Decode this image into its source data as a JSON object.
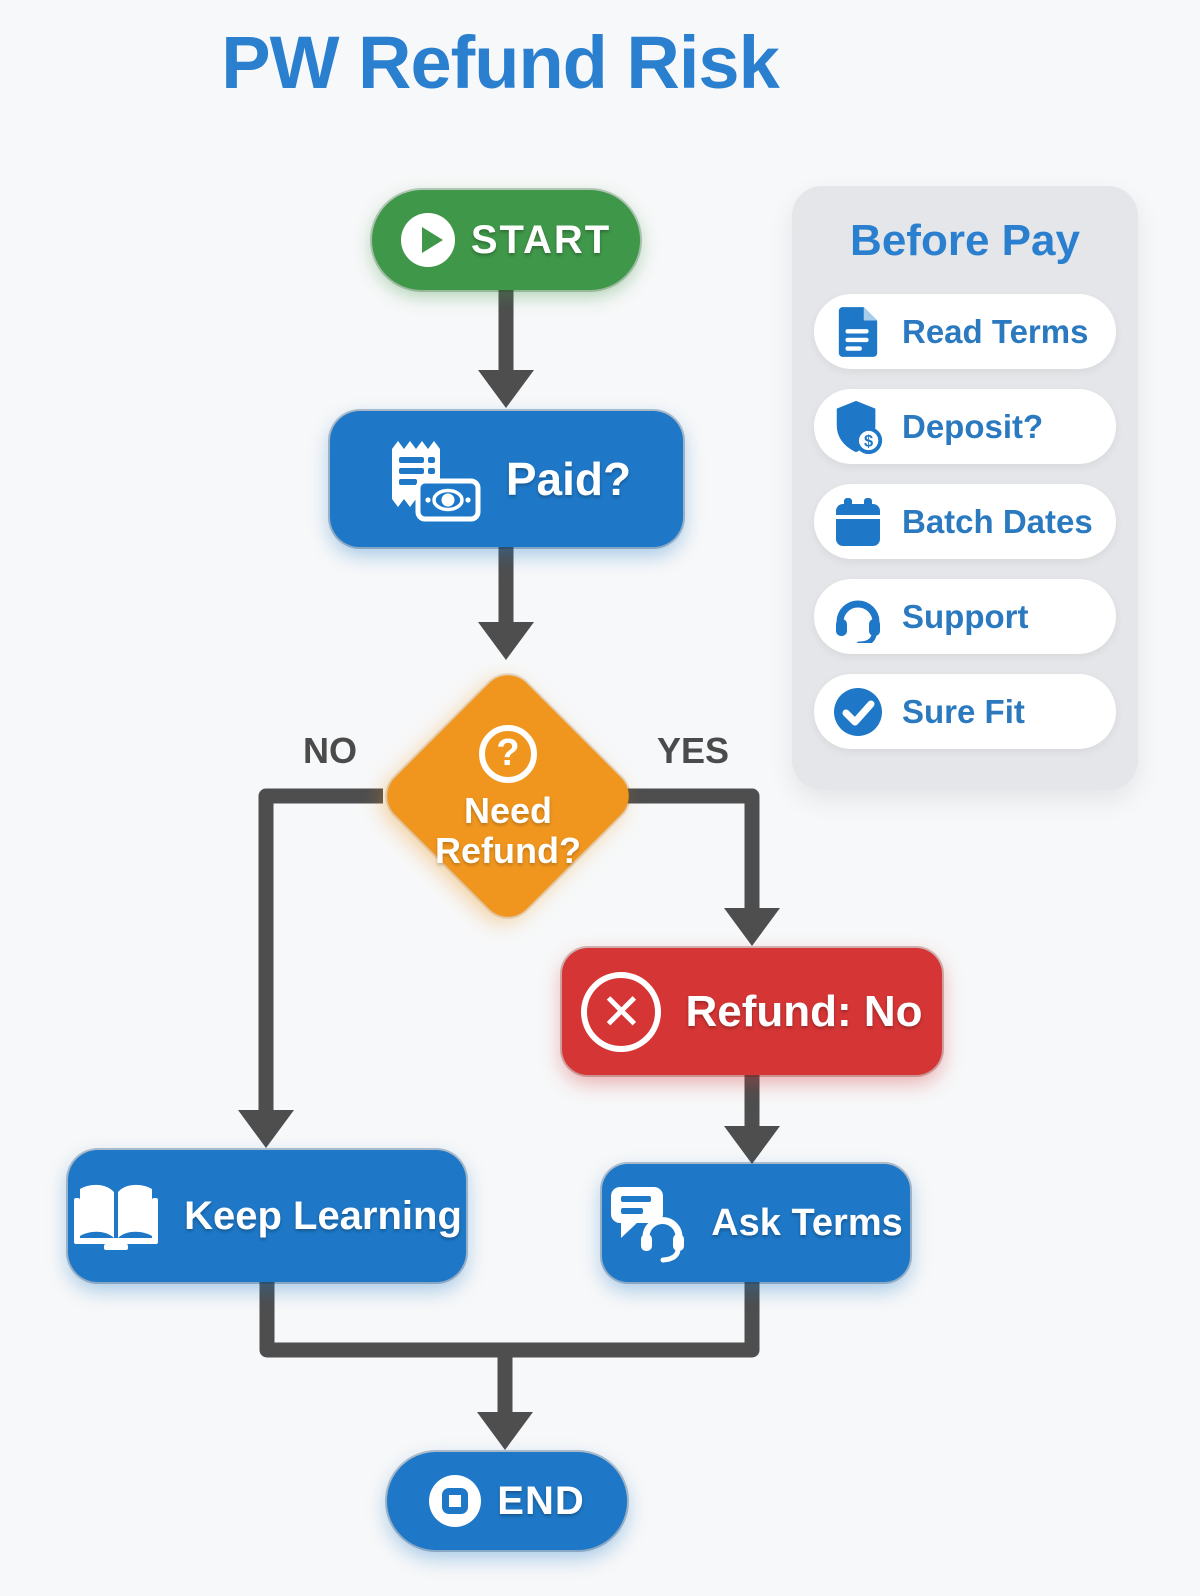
{
  "title": "PW Refund Risk",
  "flow": {
    "start_label": "START",
    "paid_label": "Paid?",
    "decision_label": "Need Refund?",
    "no_label": "NO",
    "yes_label": "YES",
    "refund_no_label": "Refund: No",
    "keep_learning_label": "Keep Learning",
    "ask_terms_label": "Ask Terms",
    "end_label": "END"
  },
  "glyphs": {
    "question_mark": "?",
    "cross_mark": "✕"
  },
  "panel": {
    "title": "Before Pay",
    "items": [
      {
        "label": "Read Terms",
        "icon": "document-icon"
      },
      {
        "label": "Deposit?",
        "icon": "shield-dollar-icon"
      },
      {
        "label": "Batch Dates",
        "icon": "calendar-icon"
      },
      {
        "label": "Support",
        "icon": "headset-icon"
      },
      {
        "label": "Sure Fit",
        "icon": "check-circle-icon"
      }
    ]
  },
  "colors": {
    "bg": "#f7f8f9",
    "blue": "#1e78c7",
    "green": "#3f9749",
    "orange": "#f0961e",
    "red": "#d63535",
    "arrow": "#4e4e4e",
    "title-blue": "#2a80cf",
    "panel-bg": "#e4e6e9",
    "pill-text": "#2b7ac0"
  }
}
